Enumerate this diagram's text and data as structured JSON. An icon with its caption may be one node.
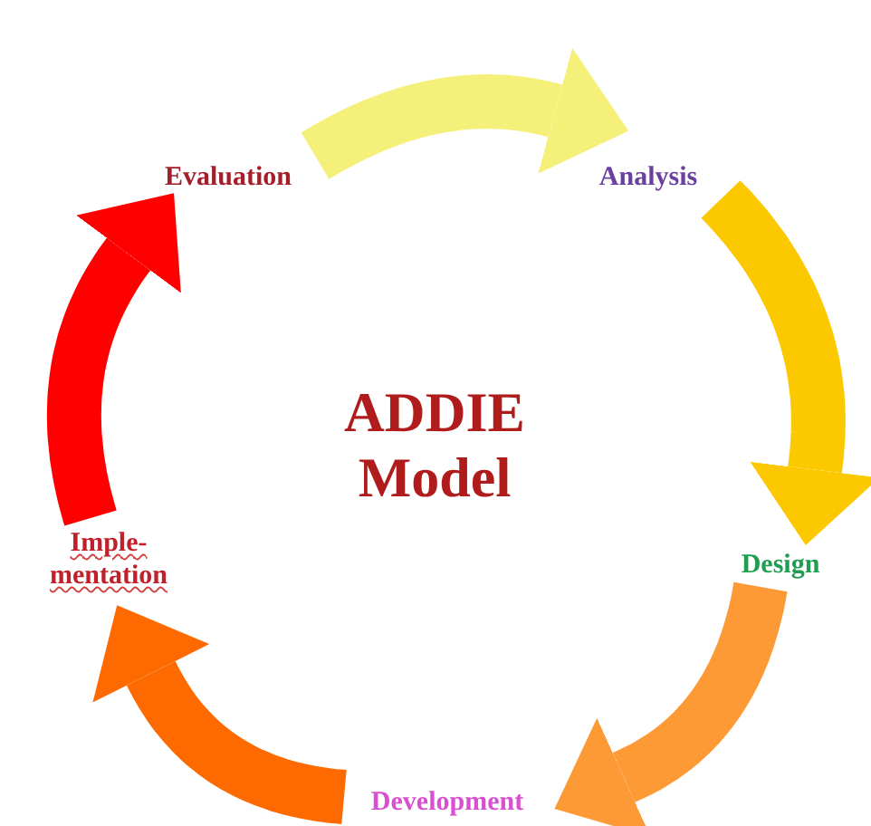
{
  "diagram": {
    "title": "ADDIE Model",
    "nodes": [
      {
        "text": [
          "Evaluation"
        ]
      },
      {
        "text": [
          "Analysis"
        ]
      },
      {
        "text": [
          "Design"
        ]
      },
      {
        "text": [
          "Development"
        ]
      },
      {
        "text": [
          "Imple- mentation"
        ]
      }
    ],
    "edges": [
      {
        "from": 0,
        "to": 1,
        "arrow": "to",
        "color": "#f5f07a"
      },
      {
        "from": 1,
        "to": 2,
        "arrow": "to",
        "color": "#fcc800"
      },
      {
        "from": 2,
        "to": 3,
        "arrow": "to",
        "color": "#fd9a35"
      },
      {
        "from": 3,
        "to": 4,
        "arrow": "to",
        "color": "#ff6a00"
      },
      {
        "from": 4,
        "to": 0,
        "arrow": "to",
        "color": "#ff0000"
      }
    ]
  }
}
